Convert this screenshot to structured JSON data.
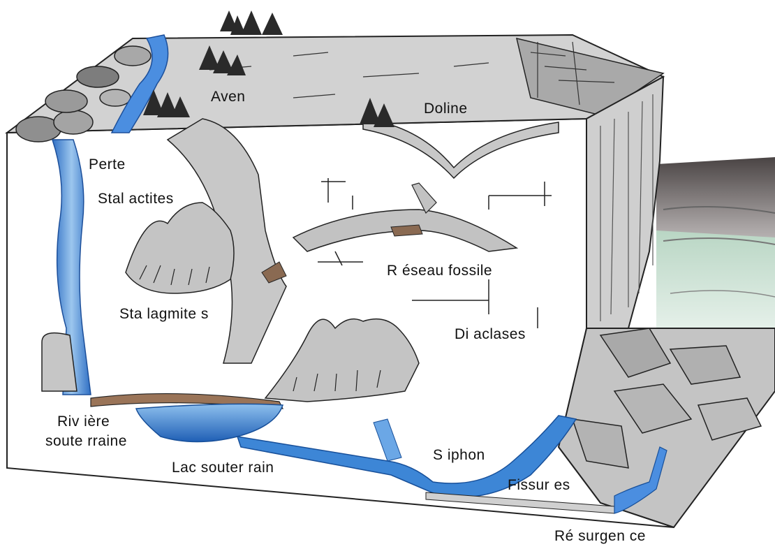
{
  "labels": {
    "aven": "Aven",
    "doline": "Doline",
    "perte": "Perte",
    "stalactites": "Stal actites",
    "stalagmites": "Sta lagmite s",
    "reseau_fossile": "R éseau fossile",
    "diaclases": "Di aclases",
    "riviere_line1": "Riv ière",
    "riviere_line2": "soute rraine",
    "lac": "Lac  souter rain",
    "siphon": "S iphon",
    "fissures": "Fissur es",
    "resurgence": "Ré surgen ce"
  },
  "colors": {
    "rock": "#c9c9c9",
    "rock_dark": "#9a9a9a",
    "water": "#3a7fd0",
    "water_light": "#9cc6ee",
    "tree": "#2a2a2a",
    "outline": "#222222",
    "valley_green": "#cfe3d6",
    "sky_dark": "#6f6a6a"
  }
}
